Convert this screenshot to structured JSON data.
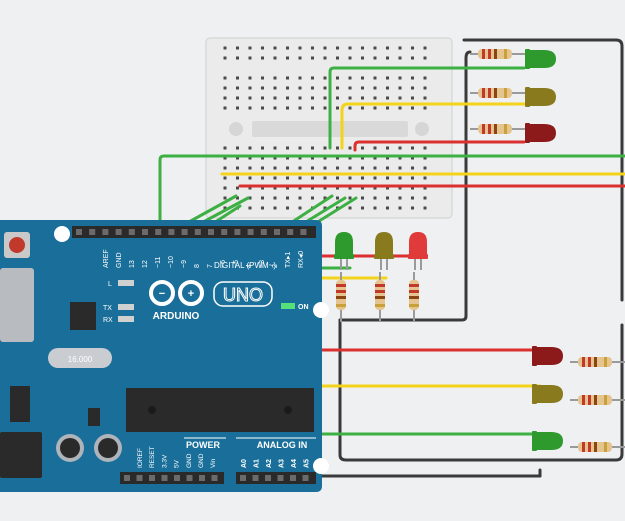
{
  "board": {
    "logo_text": "ARDUINO",
    "model": "UNO",
    "on_label": "ON",
    "tx_label": "TX",
    "rx_label": "RX",
    "l_label": "L",
    "crystal_label": "16.000",
    "digital_label": "DIGITAL (PWM~)",
    "power_label": "POWER",
    "analog_label": "ANALOG IN",
    "digital_pins": [
      "AREF",
      "GND",
      "13",
      "12",
      "~11",
      "~10",
      "~9",
      "8",
      "7",
      "~6",
      "~5",
      "4",
      "~3",
      "2",
      "TX▸1",
      "RX◂0"
    ],
    "power_pins": [
      "IOREF",
      "RESET",
      "3.3V",
      "5V",
      "GND",
      "GND",
      "Vin"
    ],
    "analog_pins": [
      "A0",
      "A1",
      "A2",
      "A3",
      "A4",
      "A5"
    ]
  },
  "colors": {
    "background": "#eef0f2",
    "board": "#1a6f9a",
    "board_dark": "#135a7e",
    "breadboard": "#ebebeb",
    "wire_green": "#3cb043",
    "wire_yellow": "#f4d41a",
    "wire_red": "#dc2f2f",
    "wire_black": "#3a3a3a",
    "led_green": "#2e9a2e",
    "led_yellow": "#8a7a1e",
    "led_red": "#8c1a1a",
    "led_red_lit": "#e03a3a"
  },
  "components": {
    "leds": [
      {
        "name": "led-top-green",
        "color": "green"
      },
      {
        "name": "led-top-yellow",
        "color": "yellow"
      },
      {
        "name": "led-top-red",
        "color": "red"
      },
      {
        "name": "led-mid-green",
        "color": "green"
      },
      {
        "name": "led-mid-yellow",
        "color": "yellow"
      },
      {
        "name": "led-mid-red",
        "color": "red-lit"
      },
      {
        "name": "led-bottom-red",
        "color": "red"
      },
      {
        "name": "led-bottom-yellow",
        "color": "yellow"
      },
      {
        "name": "led-bottom-green",
        "color": "green"
      }
    ]
  }
}
